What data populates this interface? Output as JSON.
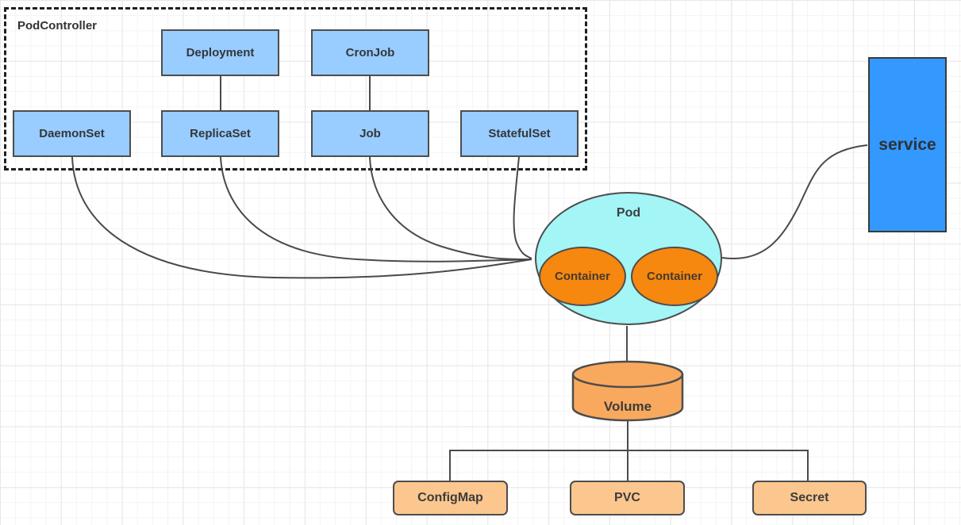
{
  "group": {
    "label": "PodController"
  },
  "nodes": {
    "deployment": {
      "label": "Deployment"
    },
    "cronjob": {
      "label": "CronJob"
    },
    "daemonset": {
      "label": "DaemonSet"
    },
    "replicaset": {
      "label": "ReplicaSet"
    },
    "job": {
      "label": "Job"
    },
    "statefulset": {
      "label": "StatefulSet"
    },
    "pod": {
      "label": "Pod"
    },
    "containers": [
      {
        "label": "Container"
      },
      {
        "label": "Container"
      }
    ],
    "service": {
      "label": "service"
    },
    "volume": {
      "label": "Volume"
    },
    "configmap": {
      "label": "ConfigMap"
    },
    "pvc": {
      "label": "PVC"
    },
    "secret": {
      "label": "Secret"
    }
  },
  "edges": [
    {
      "from": "Deployment",
      "to": "ReplicaSet"
    },
    {
      "from": "CronJob",
      "to": "Job"
    },
    {
      "from": "DaemonSet",
      "to": "Pod"
    },
    {
      "from": "ReplicaSet",
      "to": "Pod"
    },
    {
      "from": "Job",
      "to": "Pod"
    },
    {
      "from": "StatefulSet",
      "to": "Pod"
    },
    {
      "from": "Pod",
      "to": "service"
    },
    {
      "from": "Pod",
      "to": "Volume"
    },
    {
      "from": "Volume",
      "to": "ConfigMap"
    },
    {
      "from": "Volume",
      "to": "PVC"
    },
    {
      "from": "Volume",
      "to": "Secret"
    }
  ],
  "colors": {
    "controller_fill": "#99CCFF",
    "service_fill": "#3399FF",
    "pod_fill": "#A4F5F5",
    "container_fill": "#F6870F",
    "volume_fill": "#F9A95E",
    "storage_fill": "#FBC78F",
    "shape_border": "#4D4D4D",
    "group_border": "#1F1F1F",
    "connector": "#4A4A4A",
    "text": "#333333"
  }
}
